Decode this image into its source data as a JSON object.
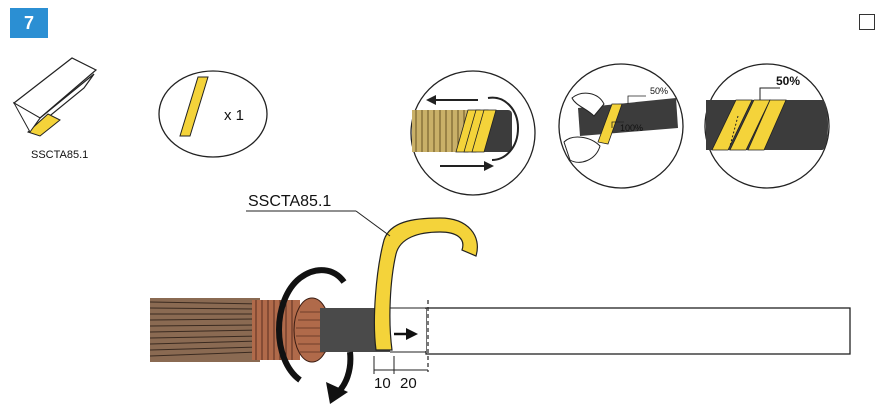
{
  "step": {
    "number": "7"
  },
  "kit_item": {
    "code": "SSCTA85.1"
  },
  "quantity": {
    "text": "x 1"
  },
  "callout": {
    "label": "SSCTA85.1"
  },
  "wrap_detail": {
    "overlap_top": "50%",
    "overlap_bottom": "100%",
    "overlap_big": "50%"
  },
  "dimensions": {
    "first": "10",
    "second": "20"
  },
  "colors": {
    "badge": "#2b8fd3",
    "tape": "#f4d33a",
    "copper": "#b06a4a",
    "cable_jacket": "#4a4a4a"
  }
}
